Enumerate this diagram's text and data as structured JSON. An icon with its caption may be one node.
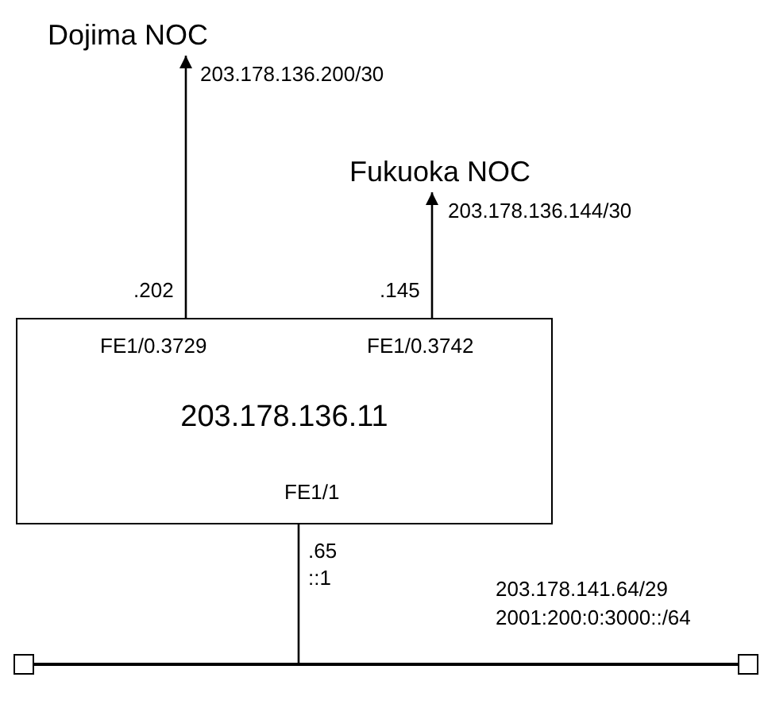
{
  "diagram": {
    "nodes": [
      {
        "text": [
          "Dojima NOC"
        ]
      },
      {
        "text": [
          "Fukuoka NOC"
        ]
      },
      {
        "text": [
          "FE1/0.3729",
          "FE1/0.3742",
          "203.178.136.11",
          "FE1/1"
        ]
      },
      {
        "text": [],
        "shape": "bar",
        "beside": [
          "203.178.141.64/29",
          "2001:200:0:3000::/64"
        ]
      }
    ],
    "edges": [
      {
        "from": 2,
        "to": 0,
        "arrow": "to",
        "label": "203.178.136.200/30"
      },
      {
        "from": 2,
        "to": 1,
        "arrow": "to",
        "label": "203.178.136.144/30"
      },
      {
        "from": 2,
        "to": 3,
        "arrow": "none"
      }
    ],
    "labels": [
      ".202",
      ".145",
      ".65",
      "::1"
    ]
  }
}
